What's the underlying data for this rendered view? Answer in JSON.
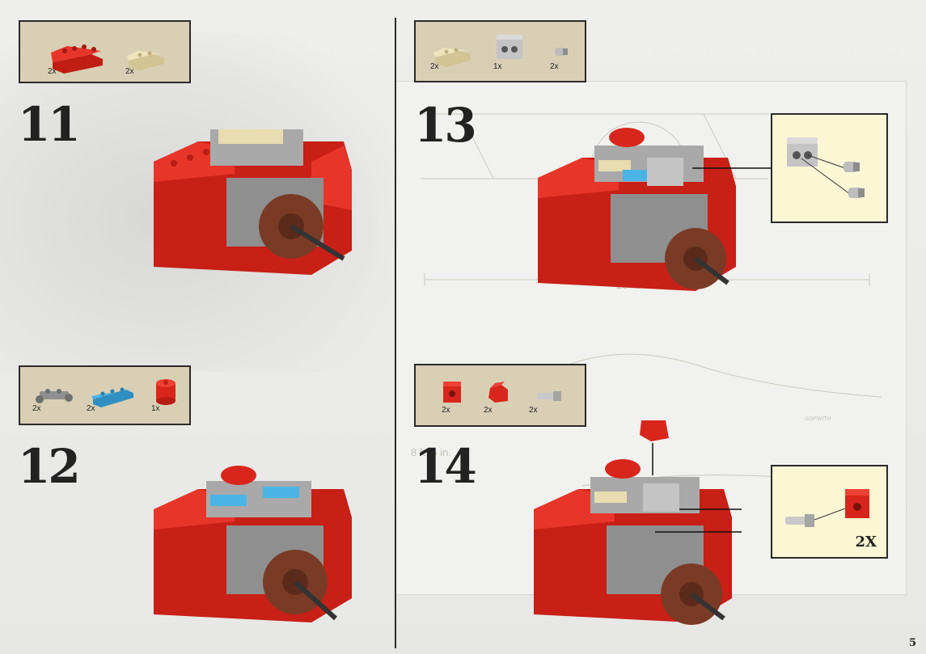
{
  "page_number": "5",
  "steps": [
    {
      "number": "11",
      "parts": [
        {
          "name": "red-slope-brick-icon",
          "qty": "2x"
        },
        {
          "name": "tan-plate-icon",
          "qty": "2x"
        }
      ]
    },
    {
      "number": "12",
      "parts": [
        {
          "name": "gray-clip-plate-icon",
          "qty": "2x"
        },
        {
          "name": "blue-plate-icon",
          "qty": "2x"
        },
        {
          "name": "red-round-brick-icon",
          "qty": "1x"
        }
      ]
    },
    {
      "number": "13",
      "parts": [
        {
          "name": "tan-plate-icon",
          "qty": "2x"
        },
        {
          "name": "gray-technic-brick-icon",
          "qty": "1x"
        },
        {
          "name": "gray-pin-icon",
          "qty": "2x"
        }
      ]
    },
    {
      "number": "14",
      "parts": [
        {
          "name": "red-technic-brick-icon",
          "qty": "2x"
        },
        {
          "name": "red-bracket-icon",
          "qty": "2x"
        },
        {
          "name": "gray-axle-pin-icon",
          "qty": "2x"
        }
      ],
      "callout_multiplier": "2X"
    }
  ],
  "blueprint": {
    "length_label": "28 ft.",
    "height_label": "8 ft. 6 in.",
    "fuselage_text": "SOPWITH"
  },
  "colors": {
    "brick_red": "#d8261c",
    "parts_box": "#d9cfb5",
    "callout": "#fbf7d4",
    "propeller_brown": "#7a3b26",
    "gray": "#a9a9a9",
    "tan": "#e8dcb0",
    "blue": "#3aa6d8"
  }
}
